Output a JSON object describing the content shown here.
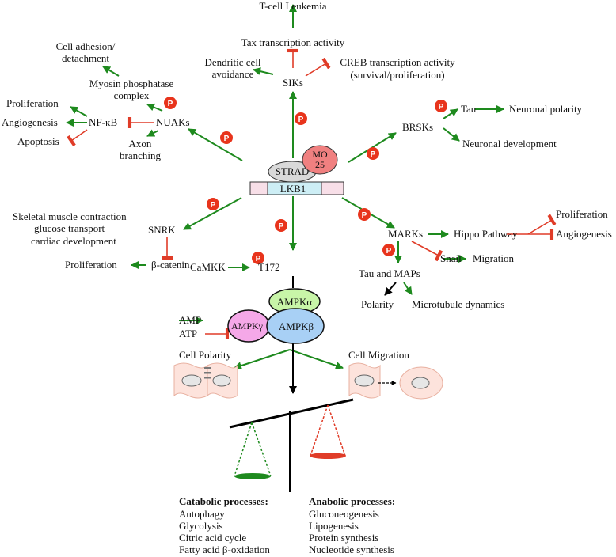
{
  "colors": {
    "activation": "#1e8a1e",
    "inhibition": "#e03c28",
    "phospho": "#e8341c",
    "strad": "#d9d9d9",
    "mo25": "#f08080",
    "lkb1": "#cdeef5",
    "lkb1_side": "#f8dfe8",
    "ampk_alpha": "#c8f5a8",
    "ampk_beta": "#a8d0f5",
    "ampk_gamma": "#f5a8e8",
    "cell_fill": "#fde3dc",
    "nucleus": "#e6e6e6"
  },
  "phospho_label": "P",
  "nodes": {
    "t_cell": "T-cell Leukemia",
    "tax": "Tax transcription activity",
    "dendritic": "Dendritic cell",
    "dendritic2": "avoidance",
    "creb": "CREB transcription activity",
    "creb2": "(survival/proliferation)",
    "siks": "SIKs",
    "cell_adhesion": "Cell adhesion/",
    "cell_adhesion2": "detachment",
    "myosin": "Myosin phosphatase",
    "myosin2": "complex",
    "proliferation_nf": "Proliferation",
    "angiogenesis_nf": "Angiogenesis",
    "apoptosis": "Apoptosis",
    "nfkb": "NF-κB",
    "nuaks": "NUAKs",
    "axon": "Axon",
    "axon2": "branching",
    "brsks": "BRSKs",
    "tau_b": "Tau",
    "neuronal_polarity": "Neuronal polarity",
    "neuronal_dev": "Neuronal development",
    "strad": "STRAD",
    "mo25": "MO",
    "mo25b": "25",
    "lkb1": "LKB1",
    "skeletal": "Skeletal muscle contraction",
    "glucose": "glucose transport",
    "cardiac": "cardiac development",
    "snrk": "SNRK",
    "proliferation_s": "Proliferation",
    "bcatenin": "β-catenin",
    "marks": "MARKs",
    "hippo": "Hippo Pathway",
    "proliferation_h": "Proliferation",
    "angiogenesis_h": "Angiogenesis",
    "snail": "Snail",
    "migration": "Migration",
    "tau_maps": "Tau and MAPs",
    "polarity": "Polarity",
    "microtubule": "Microtubule dynamics",
    "camkk": "CaMKK",
    "t172": "T172",
    "ampk_alpha": "AMPKα",
    "ampk_beta": "AMPKβ",
    "ampk_gamma": "AMPKγ",
    "amp": "AMP",
    "atp": "ATP",
    "cell_polarity": "Cell Polarity",
    "cell_migration": "Cell Migration"
  },
  "catabolic": {
    "title": "Catabolic processes:",
    "items": [
      "Autophagy",
      "Glycolysis",
      "Citric acid cycle",
      "Fatty acid β-oxidation"
    ]
  },
  "anabolic": {
    "title": "Anabolic processes:",
    "items": [
      "Gluconeogenesis",
      "Lipogenesis",
      "Protein synthesis",
      "Nucleotide synthesis"
    ]
  }
}
